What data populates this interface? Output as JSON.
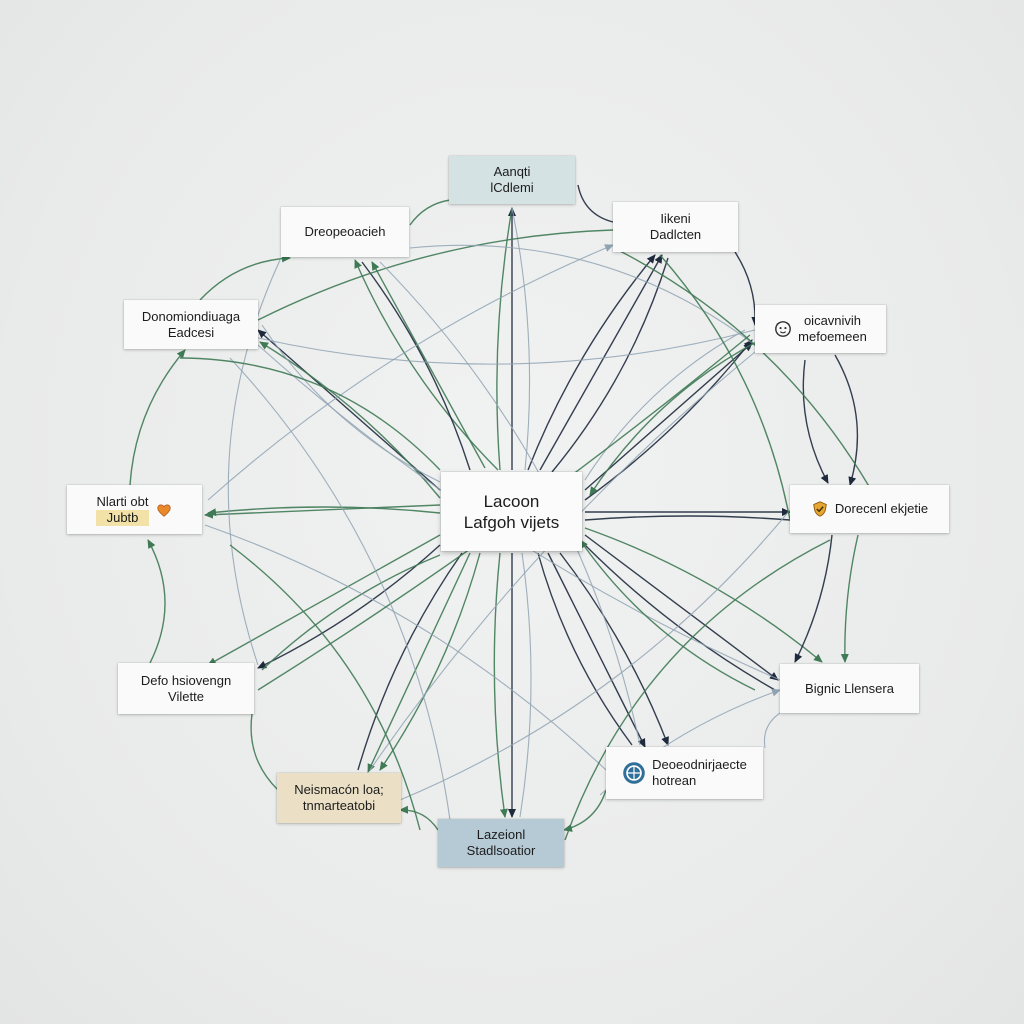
{
  "colors": {
    "edge_green": "#3f7a55",
    "edge_dark": "#1f2a3d",
    "edge_pale": "#8fa3b3"
  },
  "nodes": {
    "center": {
      "line1": "Lacoon",
      "line2": "Lafgoh vijets"
    },
    "top": {
      "line1": "Aanqti",
      "line2": "lCdlemi"
    },
    "top_left": {
      "line1": "Dreopeoacieh"
    },
    "top_right": {
      "line1": "Iikeni",
      "line2": "Dadlcten"
    },
    "left_upper": {
      "line1": "Donomiondiuaga",
      "line2": "Eadcesi"
    },
    "right_upper": {
      "line1": "oicavnivih",
      "line2": "mefoemeen",
      "icon": "lion-face-icon"
    },
    "left_mid": {
      "line1": "Nlarti obt",
      "line2": "Jubtb",
      "icon": "orange-heart-icon"
    },
    "right_mid": {
      "line1": "Dorecenl ekjetie",
      "icon": "shield-check-icon"
    },
    "left_lower": {
      "line1": "Defo hsiovengn",
      "line2": "Vilette"
    },
    "right_lower": {
      "line1": "Bignic Llensera"
    },
    "bottom_left": {
      "line1": "Neismacón loa;",
      "line2": "tnmarteatobi"
    },
    "bottom_right": {
      "line1": "Deoeodnirjaecte",
      "line2": "hotrean",
      "icon": "globe-badge-icon"
    },
    "bottom": {
      "line1": "Lazeionl",
      "line2": "Stadlsoatior"
    }
  }
}
